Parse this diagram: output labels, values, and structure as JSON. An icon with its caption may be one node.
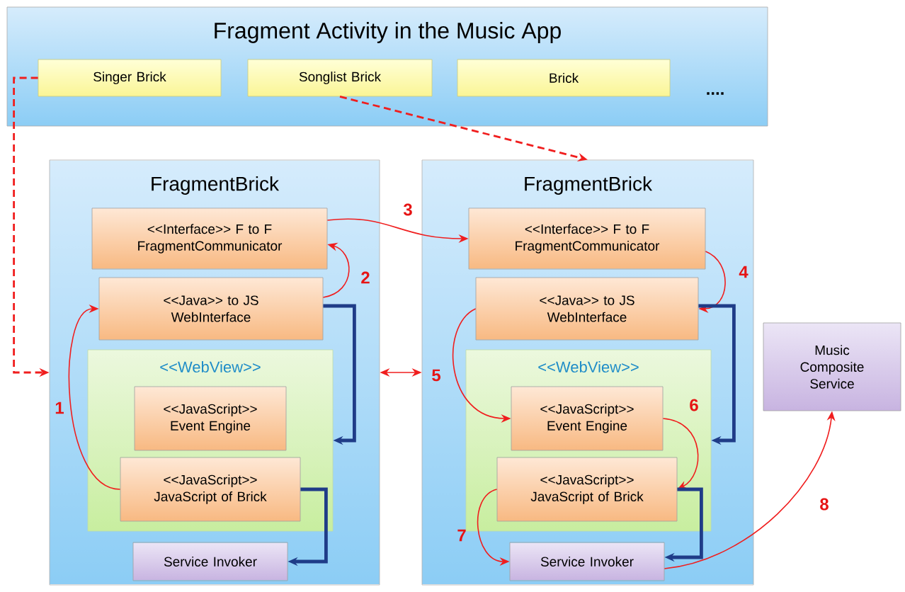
{
  "diagram": {
    "nodes": [
      {
        "text": [
          "Fragment Activity in the Music App"
        ]
      },
      {
        "text": [
          "Singer Brick"
        ],
        "in": 0
      },
      {
        "text": [
          "Songlist Brick"
        ],
        "in": 0
      },
      {
        "text": [
          "Brick"
        ],
        "in": 0
      },
      {
        "text": [
          "FragmentBrick"
        ]
      },
      {
        "text": [
          "<<Interface>> F to F FragmentCommunicator"
        ],
        "in": 4
      },
      {
        "text": [
          "<<Java>> to JS WebInterface"
        ],
        "in": 4
      },
      {
        "text": [
          "<<WebView>>"
        ],
        "in": 4
      },
      {
        "text": [
          "<<JavaScript>> Event Engine"
        ],
        "in": 7
      },
      {
        "text": [
          "<<JavaScript>> JavaScript of Brick"
        ],
        "in": 7
      },
      {
        "text": [
          "Service Invoker"
        ],
        "in": 4
      },
      {
        "text": [
          "FragmentBrick"
        ]
      },
      {
        "text": [
          "<<Interface>> F to F FragmentCommunicator"
        ],
        "in": 11
      },
      {
        "text": [
          "<<Java>> to JS WebInterface"
        ],
        "in": 11
      },
      {
        "text": [
          "<<WebView>>"
        ],
        "in": 11
      },
      {
        "text": [
          "<<JavaScript>> Event Engine"
        ],
        "in": 14
      },
      {
        "text": [
          "<<JavaScript>> JavaScript of Brick"
        ],
        "in": 14
      },
      {
        "text": [
          "Service Invoker"
        ],
        "in": 11
      },
      {
        "text": [
          "Music Composite Service"
        ]
      }
    ],
    "edges": [
      {
        "from": 1,
        "to": 4,
        "arrow": "to",
        "style": "dashed"
      },
      {
        "from": 2,
        "to": 11,
        "arrow": "to",
        "style": "dashed"
      },
      {
        "from": 4,
        "to": 11,
        "arrow": "both"
      },
      {
        "from": 9,
        "to": 6,
        "arrow": "to",
        "label": "1"
      },
      {
        "from": 6,
        "to": 5,
        "arrow": "to",
        "label": "2"
      },
      {
        "from": 5,
        "to": 12,
        "arrow": "to",
        "label": "3"
      },
      {
        "from": 12,
        "to": 13,
        "arrow": "to",
        "label": "4"
      },
      {
        "from": 13,
        "to": 15,
        "arrow": "to",
        "label": "5"
      },
      {
        "from": 15,
        "to": 16,
        "arrow": "to",
        "label": "6"
      },
      {
        "from": 16,
        "to": 17,
        "arrow": "to",
        "label": "7"
      },
      {
        "from": 17,
        "to": 18,
        "arrow": "to",
        "label": "8"
      },
      {
        "from": 6,
        "to": 7,
        "arrow": "to",
        "style": "thick",
        "color": "#1f3c88"
      },
      {
        "from": 9,
        "to": 10,
        "arrow": "to",
        "style": "thick",
        "color": "#1f3c88"
      },
      {
        "from": 13,
        "to": 14,
        "arrow": "to",
        "style": "thick",
        "color": "#1f3c88"
      },
      {
        "from": 16,
        "to": 17,
        "arrow": "to",
        "style": "thick",
        "color": "#1f3c88"
      }
    ],
    "labels": [
      "...."
    ]
  }
}
